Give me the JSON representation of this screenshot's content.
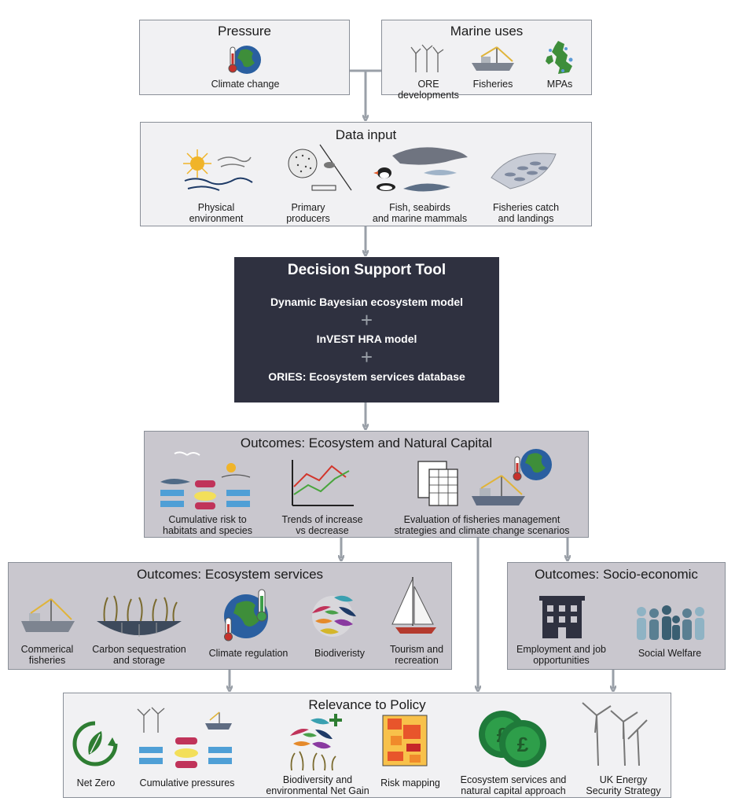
{
  "pressure": {
    "title": "Pressure",
    "items": [
      "Climate change"
    ]
  },
  "marine_uses": {
    "title": "Marine uses",
    "items": [
      "ORE developments",
      "Fisheries",
      "MPAs"
    ]
  },
  "data_input": {
    "title": "Data input",
    "items": [
      {
        "l1": "Physical",
        "l2": "environment"
      },
      {
        "l1": "Primary",
        "l2": "producers"
      },
      {
        "l1": "Fish, seabirds",
        "l2": "and marine mammals"
      },
      {
        "l1": "Fisheries catch",
        "l2": "and landings"
      }
    ]
  },
  "dst": {
    "title": "Decision Support Tool",
    "lines": [
      "Dynamic Bayesian ecosystem model",
      "InVEST HRA model",
      "ORIES: Ecosystem services database"
    ],
    "plus": "+"
  },
  "natural_capital": {
    "title": "Outcomes: Ecosystem and Natural Capital",
    "items": [
      {
        "l1": "Cumulative risk to",
        "l2": "habitats and species"
      },
      {
        "l1": "Trends of increase",
        "l2": "vs decrease"
      },
      {
        "l1": "Evaluation of fisheries management",
        "l2": "strategies and climate change scenarios"
      }
    ]
  },
  "ecosystem_services": {
    "title": "Outcomes: Ecosystem services",
    "items": [
      {
        "l1": "Commerical",
        "l2": "fisheries"
      },
      {
        "l1": "Carbon sequestration",
        "l2": "and storage"
      },
      {
        "l1": "Climate regulation",
        "l2": ""
      },
      {
        "l1": "Biodiveristy",
        "l2": ""
      },
      {
        "l1": "Tourism and",
        "l2": "recreation"
      }
    ]
  },
  "socio_economic": {
    "title": "Outcomes: Socio-economic",
    "items": [
      {
        "l1": "Employment and job",
        "l2": "opportunities"
      },
      {
        "l1": "Social Welfare",
        "l2": ""
      }
    ]
  },
  "policy": {
    "title": "Relevance to Policy",
    "items": [
      {
        "l1": "Net Zero",
        "l2": ""
      },
      {
        "l1": "Cumulative pressures",
        "l2": ""
      },
      {
        "l1": "Biodiversity and",
        "l2": "environmental Net Gain"
      },
      {
        "l1": "Risk mapping",
        "l2": ""
      },
      {
        "l1": "Ecosystem services and",
        "l2": "natural capital approach"
      },
      {
        "l1": "UK Energy",
        "l2": "Security Strategy"
      }
    ]
  },
  "icons": [
    "globe-thermometer-icon",
    "wind-turbines-icon",
    "fishing-boat-icon",
    "uk-map-icon",
    "sun-wind-waves-icon",
    "plankton-icon",
    "fish-seabirds-mammals-icon",
    "fish-shoal-icon",
    "risk-diagram-icon",
    "trend-chart-icon",
    "spreadsheet-icon",
    "building-icon",
    "people-icon",
    "net-zero-leaf-icon",
    "heatmap-icon",
    "pound-coins-icon",
    "sailboat-icon",
    "seagrass-icon"
  ],
  "colors": {
    "light_box": "#f1f1f3",
    "mid_box": "#c9c7ce",
    "dark_box": "#2f3140",
    "connector": "#9aa0a8"
  }
}
